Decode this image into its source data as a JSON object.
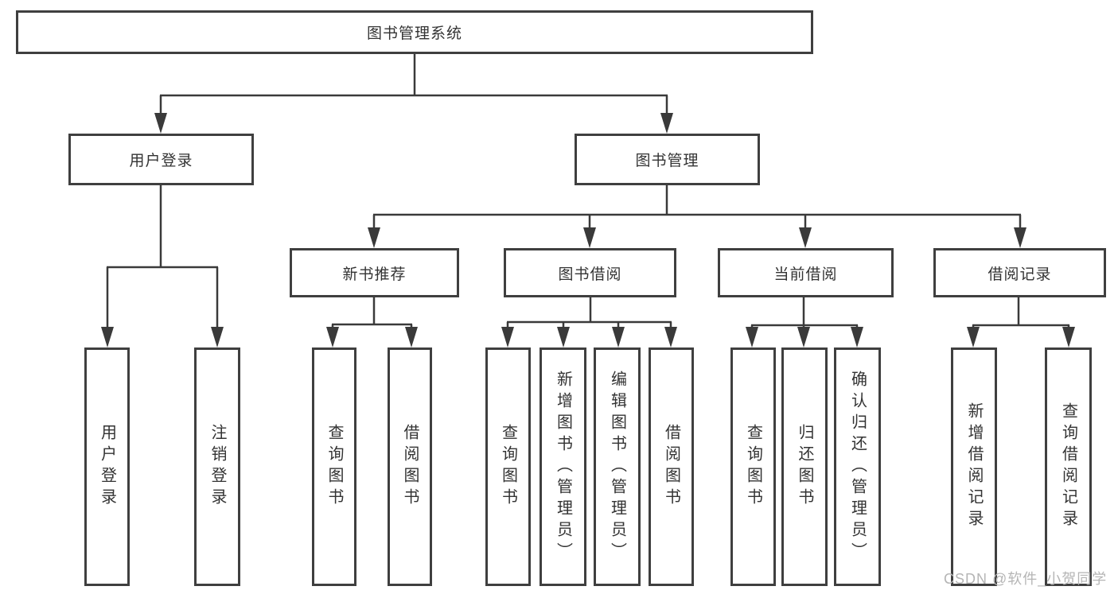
{
  "diagram_type": "hierarchy",
  "colors": {
    "line": "#3a3a3a",
    "box_border": "#3f3f3f",
    "text": "#333333",
    "watermark": "#b5b5b5",
    "background": "#ffffff"
  },
  "root": {
    "label": "图书管理系统"
  },
  "branches": {
    "user_login": {
      "label": "用户登录",
      "children": [
        {
          "label": "用户登录"
        },
        {
          "label": "注销登录"
        }
      ]
    },
    "book_management": {
      "label": "图书管理",
      "children": [
        {
          "label": "新书推荐",
          "children": [
            {
              "label": "查询图书"
            },
            {
              "label": "借阅图书"
            }
          ]
        },
        {
          "label": "图书借阅",
          "children": [
            {
              "label": "查询图书"
            },
            {
              "label": "新增图书（管理员）"
            },
            {
              "label": "编辑图书（管理员）"
            },
            {
              "label": "借阅图书"
            }
          ]
        },
        {
          "label": "当前借阅",
          "children": [
            {
              "label": "查询图书"
            },
            {
              "label": "归还图书"
            },
            {
              "label": "确认归还（管理员）"
            }
          ]
        },
        {
          "label": "借阅记录",
          "children": [
            {
              "label": "新增借阅记录"
            },
            {
              "label": "查询借阅记录"
            }
          ]
        }
      ]
    }
  },
  "watermark": {
    "text": "CSDN @软件_小贺同学"
  }
}
